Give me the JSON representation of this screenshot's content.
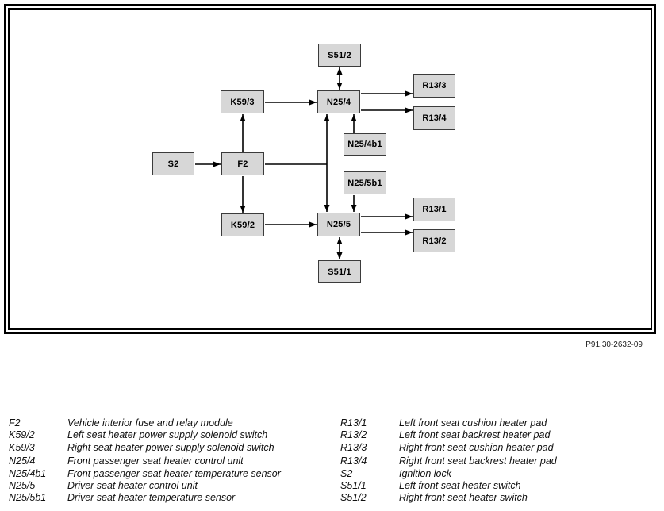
{
  "diagram": {
    "ref_number": "P91.30-2632-09",
    "nodes": [
      {
        "id": "S51/2",
        "label": "S51/2"
      },
      {
        "id": "K59/3",
        "label": "K59/3"
      },
      {
        "id": "N25/4",
        "label": "N25/4"
      },
      {
        "id": "R13/3",
        "label": "R13/3"
      },
      {
        "id": "R13/4",
        "label": "R13/4"
      },
      {
        "id": "N25/4b1",
        "label": "N25/4b1"
      },
      {
        "id": "S2",
        "label": "S2"
      },
      {
        "id": "F2",
        "label": "F2"
      },
      {
        "id": "N25/5b1",
        "label": "N25/5b1"
      },
      {
        "id": "K59/2",
        "label": "K59/2"
      },
      {
        "id": "N25/5",
        "label": "N25/5"
      },
      {
        "id": "R13/1",
        "label": "R13/1"
      },
      {
        "id": "R13/2",
        "label": "R13/2"
      },
      {
        "id": "S51/1",
        "label": "S51/1"
      }
    ],
    "edges": [
      {
        "from": "S2",
        "to": "F2",
        "arrows": "end"
      },
      {
        "from": "F2",
        "to": "K59/3",
        "arrows": "end"
      },
      {
        "from": "F2",
        "to": "K59/2",
        "arrows": "end"
      },
      {
        "from": "K59/3",
        "to": "N25/4",
        "arrows": "end"
      },
      {
        "from": "K59/2",
        "to": "N25/5",
        "arrows": "end"
      },
      {
        "from": "F2",
        "to": "N25/4",
        "arrows": "end"
      },
      {
        "from": "F2",
        "to": "N25/5",
        "arrows": "end"
      },
      {
        "from": "S51/2",
        "to": "N25/4",
        "arrows": "both"
      },
      {
        "from": "N25/4b1",
        "to": "N25/4",
        "arrows": "end"
      },
      {
        "from": "N25/5b1",
        "to": "N25/5",
        "arrows": "end"
      },
      {
        "from": "S51/1",
        "to": "N25/5",
        "arrows": "both"
      },
      {
        "from": "N25/4",
        "to": "R13/3",
        "arrows": "end"
      },
      {
        "from": "N25/4",
        "to": "R13/4",
        "arrows": "end"
      },
      {
        "from": "N25/5",
        "to": "R13/1",
        "arrows": "end"
      },
      {
        "from": "N25/5",
        "to": "R13/2",
        "arrows": "end"
      }
    ]
  },
  "legend": {
    "left": [
      {
        "code": "F2",
        "desc": "Vehicle interior fuse and relay module"
      },
      {
        "code": "K59/2",
        "desc": "Left seat heater power supply solenoid switch"
      },
      {
        "code": "K59/3",
        "desc": "Right seat heater power supply solenoid switch"
      },
      {
        "code": "N25/4",
        "desc": "Front passenger seat heater control unit"
      },
      {
        "code": "N25/4b1",
        "desc": "Front passenger seat heater temperature sensor"
      },
      {
        "code": "N25/5",
        "desc": "Driver seat heater control unit"
      },
      {
        "code": "N25/5b1",
        "desc": "Driver seat heater temperature sensor"
      }
    ],
    "right": [
      {
        "code": "R13/1",
        "desc": "Left front seat cushion heater pad"
      },
      {
        "code": "R13/2",
        "desc": "Left front seat backrest heater pad"
      },
      {
        "code": "R13/3",
        "desc": "Right front seat cushion heater pad"
      },
      {
        "code": "R13/4",
        "desc": "Right front seat backrest heater pad"
      },
      {
        "code": "S2",
        "desc": "Ignition lock"
      },
      {
        "code": "S51/1",
        "desc": "Left front seat heater switch"
      },
      {
        "code": "S51/2",
        "desc": "Right front seat heater switch"
      }
    ]
  },
  "colors": {
    "box_fill": "#d7d7d7",
    "box_border": "#3b3b3b",
    "line": "#000000",
    "frame": "#000000"
  }
}
